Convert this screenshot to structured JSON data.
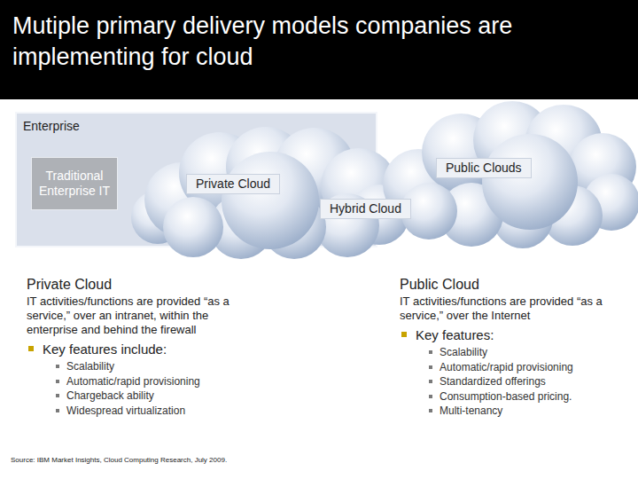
{
  "diagram": {
    "title": "Mutiple primary delivery models companies are implementing for cloud",
    "nodes": [
      {
        "text": [
          "Enterprise"
        ]
      },
      {
        "text": [
          "Traditional Enterprise IT"
        ],
        "in": 0
      },
      {
        "text": [
          "Private Cloud"
        ],
        "in": 0
      },
      {
        "text": [
          "Hybrid Cloud"
        ]
      },
      {
        "text": [
          "Public Clouds"
        ]
      }
    ],
    "labels": [
      "Private Cloud",
      "IT activities/functions are provided “as a service,” over an intranet, within the enterprise and behind the firewall",
      "Key features include:",
      "Scalability",
      "Automatic/rapid provisioning",
      "Chargeback ability",
      "Widespread virtualization",
      "Public Cloud",
      "IT activities/functions are provided “as a service,” over the Internet",
      "Key features:",
      "Scalability",
      "Automatic/rapid provisioning",
      "Standardized offerings",
      "Consumption-based pricing.",
      "Multi-tenancy",
      "Source: IBM Market Insights, Cloud Computing Research, July 2009."
    ]
  }
}
